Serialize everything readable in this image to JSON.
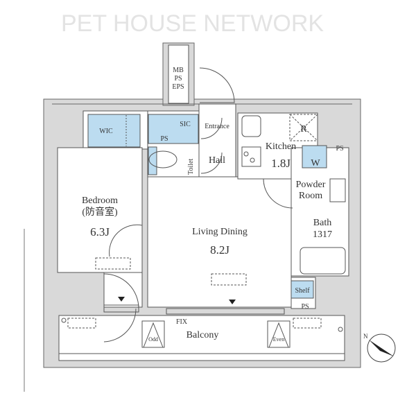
{
  "watermark": "PET HOUSE NETWORK",
  "colors": {
    "wall": "#d9d9d9",
    "storage": "#bcdcf0",
    "line": "#555555"
  },
  "rooms": {
    "mb_ps_eps": [
      "MB",
      "PS",
      "EPS"
    ],
    "wic": "WIC",
    "sic": "SIC",
    "entrance": "Entrance",
    "ps_toilet": "PS",
    "toilet": "Toilet",
    "hall": "Hall",
    "kitchen": "Kitchen",
    "kitchen_size": "1.8J",
    "refrigerator": "R",
    "washer": "W",
    "ps_kitchen": "PS",
    "powder_room": [
      "Powder",
      "Room"
    ],
    "bath": "Bath",
    "bath_size": "1317",
    "bedroom": "Bedroom",
    "bedroom_note": "(防音室)",
    "bedroom_size": "6.3J",
    "living_dining": "Living Dining",
    "living_size": "8.2J",
    "shelf": "Shelf",
    "ps_shelf": "PS",
    "fix": "FIX",
    "balcony": "Balcony",
    "odd": "Odd",
    "even": "Even"
  },
  "compass": {
    "label": "N"
  }
}
